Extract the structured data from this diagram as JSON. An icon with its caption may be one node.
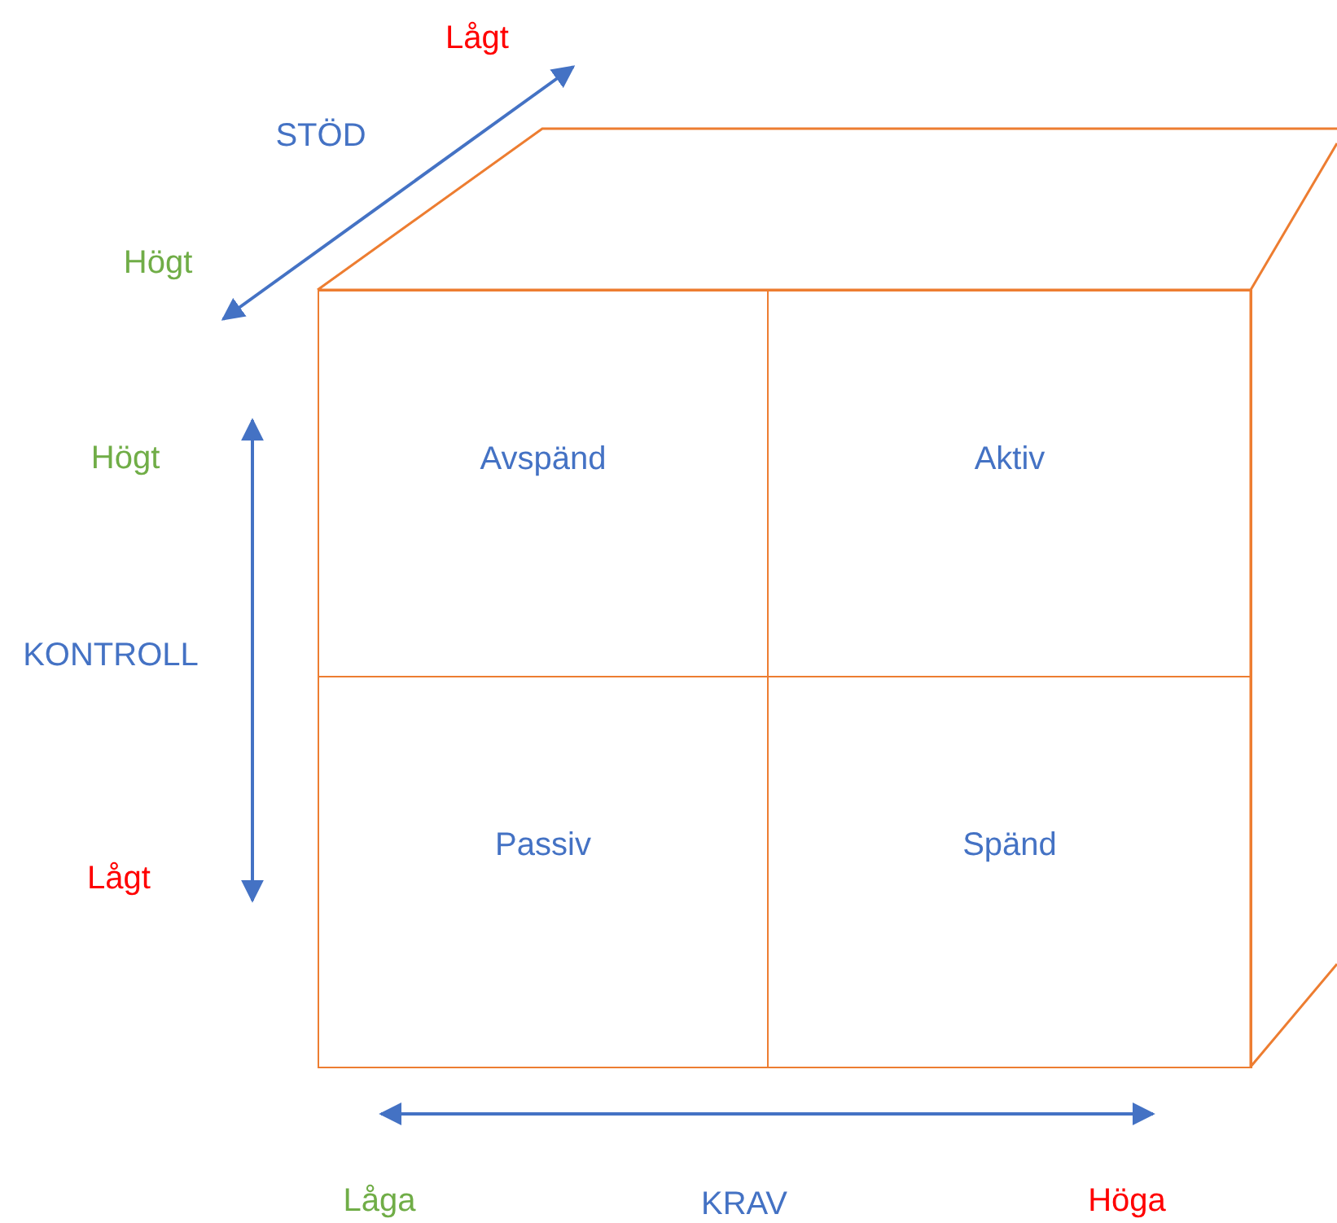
{
  "diagram": {
    "nodes": [
      {
        "text": [
          "Avspänd"
        ]
      },
      {
        "text": [
          "Aktiv"
        ]
      },
      {
        "text": [
          "Passiv"
        ]
      },
      {
        "text": [
          "Spänd"
        ]
      }
    ],
    "labels": [
      "Lågt",
      "STÖD",
      "Högt",
      "Högt",
      "KONTROLL",
      "Lågt",
      "Låga",
      "KRAV",
      "Höga"
    ]
  }
}
